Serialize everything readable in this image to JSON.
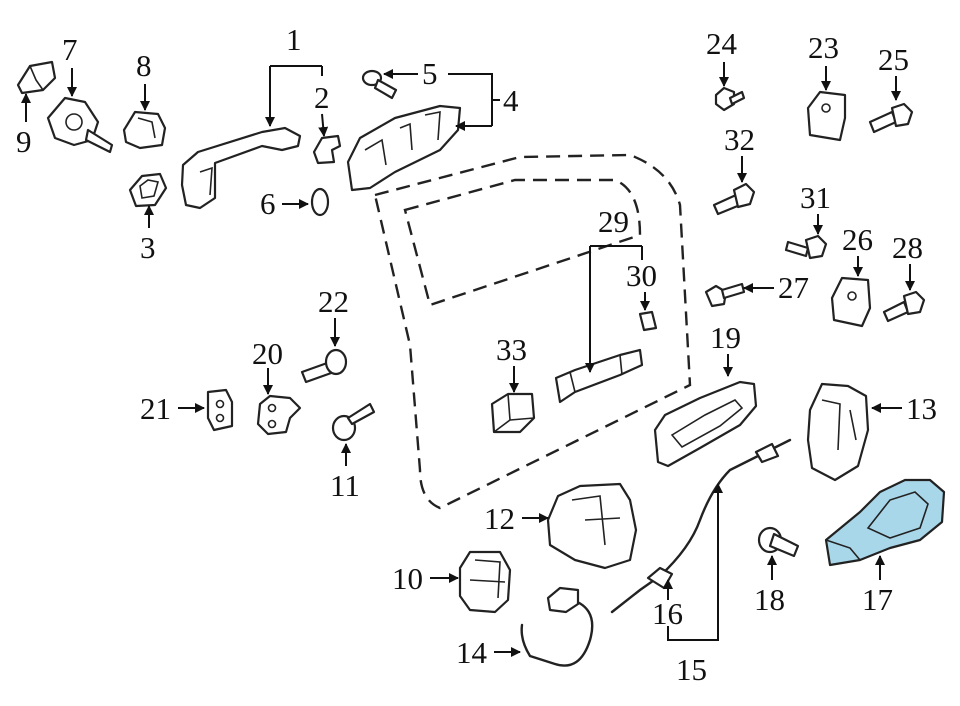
{
  "labels": [
    {
      "id": "1",
      "text": "1"
    },
    {
      "id": "2",
      "text": "2"
    },
    {
      "id": "3",
      "text": "3"
    },
    {
      "id": "4",
      "text": "4"
    },
    {
      "id": "5",
      "text": "5"
    },
    {
      "id": "6",
      "text": "6"
    },
    {
      "id": "7",
      "text": "7"
    },
    {
      "id": "8",
      "text": "8"
    },
    {
      "id": "9",
      "text": "9"
    },
    {
      "id": "10",
      "text": "10"
    },
    {
      "id": "11",
      "text": "11"
    },
    {
      "id": "12",
      "text": "12"
    },
    {
      "id": "13",
      "text": "13"
    },
    {
      "id": "14",
      "text": "14"
    },
    {
      "id": "15",
      "text": "15"
    },
    {
      "id": "16",
      "text": "16"
    },
    {
      "id": "17",
      "text": "17"
    },
    {
      "id": "18",
      "text": "18"
    },
    {
      "id": "19",
      "text": "19"
    },
    {
      "id": "20",
      "text": "20"
    },
    {
      "id": "21",
      "text": "21"
    },
    {
      "id": "22",
      "text": "22"
    },
    {
      "id": "23",
      "text": "23"
    },
    {
      "id": "24",
      "text": "24"
    },
    {
      "id": "25",
      "text": "25"
    },
    {
      "id": "26",
      "text": "26"
    },
    {
      "id": "27",
      "text": "27"
    },
    {
      "id": "28",
      "text": "28"
    },
    {
      "id": "29",
      "text": "29"
    },
    {
      "id": "30",
      "text": "30"
    },
    {
      "id": "31",
      "text": "31"
    },
    {
      "id": "32",
      "text": "32"
    },
    {
      "id": "33",
      "text": "33"
    }
  ],
  "highlighted_part": "17",
  "colors": {
    "highlight": "#a9d7ea",
    "line": "#222222",
    "background": "#ffffff"
  }
}
